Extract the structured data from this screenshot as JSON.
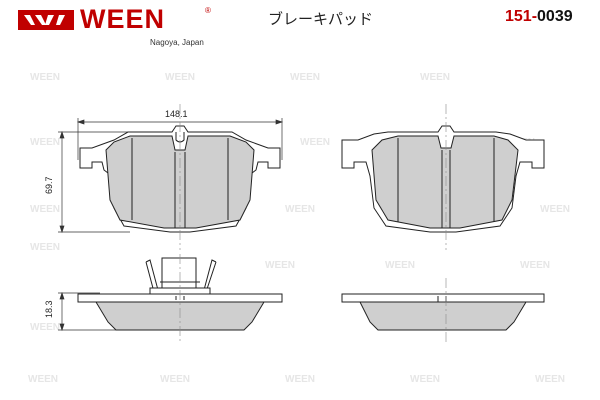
{
  "brand": {
    "name": "WEEN",
    "registered_mark": "®",
    "location": "Nagoya, Japan"
  },
  "product": {
    "title": "ブレーキパッド",
    "part_number_prefix": "151-",
    "part_number_suffix": "0039"
  },
  "dimensions": {
    "width": "148.1",
    "height": "69.7",
    "thickness": "18.3"
  },
  "watermark": {
    "text": "WEEN"
  },
  "colors": {
    "brand_red": "#c00000",
    "pad_fill": "#cfcfcf",
    "line": "#222222"
  }
}
